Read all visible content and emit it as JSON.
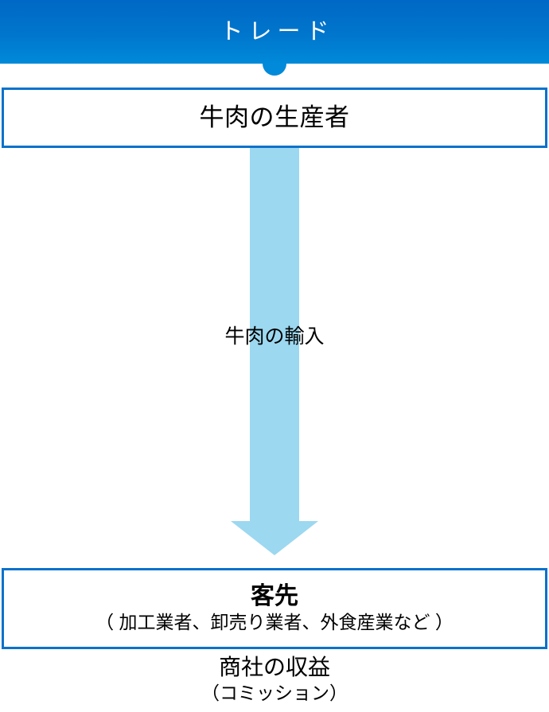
{
  "header": {
    "title": "トレード",
    "background_gradient_top": "#0068C6",
    "background_gradient_bottom": "#008AD9",
    "text_color": "#FFFFFF",
    "notch_color": "#008AD9"
  },
  "diagram": {
    "type": "flow",
    "orientation": "vertical",
    "accent_border_color": "#0B72CB",
    "arrow_color": "#9CD8F0",
    "nodes": [
      {
        "id": "producer",
        "title": "牛肉の生産者",
        "subtitle": ""
      },
      {
        "id": "customer",
        "title": "客先",
        "subtitle": "（ 加工業者、卸売り業者、外食産業など ）"
      }
    ],
    "edges": [
      {
        "from": "producer",
        "to": "customer",
        "label": "牛肉の輸入",
        "style": "block-arrow-down"
      }
    ]
  },
  "footer": {
    "line1": "商社の収益",
    "line2": "（コミッション）"
  }
}
